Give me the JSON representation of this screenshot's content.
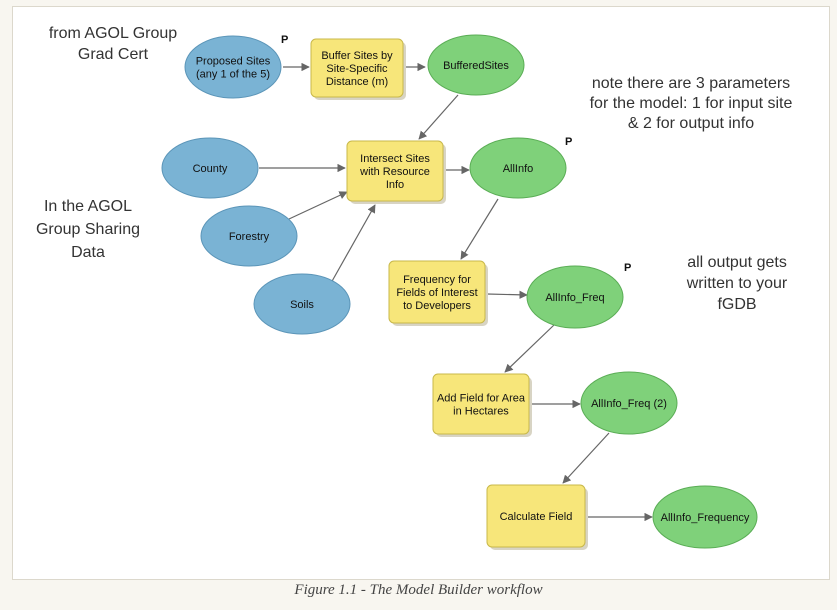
{
  "colors": {
    "input_fill": "#7ab3d4",
    "input_stroke": "#5b95b8",
    "tool_fill": "#f7e67a",
    "tool_stroke": "#c8b84a",
    "output_fill": "#7fd17a",
    "output_stroke": "#5aad55",
    "connector": "#666666"
  },
  "notes": {
    "grad_cert": [
      "from AGOL Group",
      "Grad Cert"
    ],
    "sharing": [
      "In the AGOL",
      "Group Sharing",
      "Data"
    ],
    "parameters": [
      "note there are 3 parameters",
      "for the model: 1 for input site",
      "& 2 for output info"
    ],
    "output": [
      "all output gets",
      "written to your",
      "fGDB"
    ]
  },
  "nodes": {
    "proposed_sites": {
      "kind": "input",
      "lines": [
        "Proposed Sites",
        "(any 1 of the 5)"
      ],
      "param": "P"
    },
    "buffer_tool": {
      "kind": "tool",
      "lines": [
        "Buffer Sites by",
        "Site-Specific",
        "Distance (m)"
      ]
    },
    "buffered_sites": {
      "kind": "output",
      "lines": [
        "BufferedSites"
      ]
    },
    "county": {
      "kind": "input",
      "lines": [
        "County"
      ]
    },
    "forestry": {
      "kind": "input",
      "lines": [
        "Forestry"
      ]
    },
    "soils": {
      "kind": "input",
      "lines": [
        "Soils"
      ]
    },
    "intersect_tool": {
      "kind": "tool",
      "lines": [
        "Intersect Sites",
        "with Resource",
        "Info"
      ]
    },
    "allinfo": {
      "kind": "output",
      "lines": [
        "AllInfo"
      ],
      "param": "P"
    },
    "frequency_tool": {
      "kind": "tool",
      "lines": [
        "Frequency for",
        "Fields of Interest",
        "to Developers"
      ]
    },
    "allinfo_freq": {
      "kind": "output",
      "lines": [
        "AllInfo_Freq"
      ],
      "param": "P"
    },
    "addfield_tool": {
      "kind": "tool",
      "lines": [
        "Add Field for Area",
        "in Hectares"
      ]
    },
    "allinfo_freq2": {
      "kind": "output",
      "lines": [
        "AllInfo_Freq (2)"
      ]
    },
    "calculate_tool": {
      "kind": "tool",
      "lines": [
        "Calculate Field"
      ]
    },
    "allinfo_frequency": {
      "kind": "output",
      "lines": [
        "AllInfo_Frequency"
      ]
    }
  },
  "caption": "Figure 1.1 - The Model Builder workflow"
}
